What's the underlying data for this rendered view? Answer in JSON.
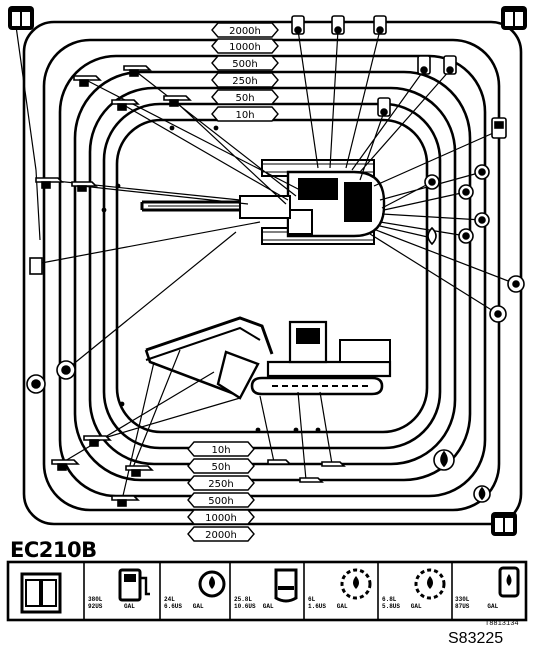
{
  "diagram": {
    "model": "EC210B",
    "figure_id": "S83225",
    "document_number": "T8813134",
    "intervals_top": [
      "2000h",
      "1000h",
      "500h",
      "250h",
      "50h",
      "10h"
    ],
    "intervals_bottom": [
      "10h",
      "50h",
      "250h",
      "500h",
      "1000h",
      "2000h"
    ],
    "capacities": [
      {
        "icon": "manual-book-icon",
        "line1": "",
        "line2": ""
      },
      {
        "icon": "fuel-pump-icon",
        "line1": "380L",
        "line2": "92US      GAL"
      },
      {
        "icon": "engine-oil-icon",
        "line1": "24L",
        "line2": "6.6US   GAL"
      },
      {
        "icon": "hydraulic-tank-icon",
        "line1": "25.8L",
        "line2": "10.6US  GAL"
      },
      {
        "icon": "swing-gear-icon",
        "line1": "6L",
        "line2": "1.6US   GAL"
      },
      {
        "icon": "travel-gear-icon",
        "line1": "6.8L",
        "line2": "5.8US   GAL"
      },
      {
        "icon": "coolant-icon",
        "line1": "330L",
        "line2": "87US     GAL"
      }
    ]
  }
}
